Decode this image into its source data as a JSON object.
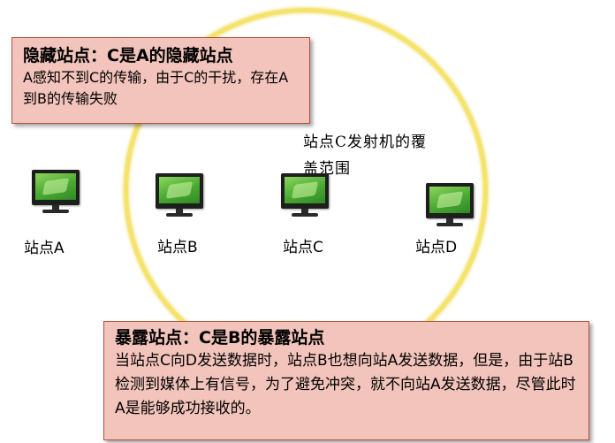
{
  "hidden_callout": {
    "title": "隐藏站点：C是A的隐藏站点",
    "body": "A感知不到C的传输，由于C的干扰，存在A到B的传输失败"
  },
  "exposed_callout": {
    "title": "暴露站点：C是B的暴露站点",
    "body": "当站点C向D发送数据时，站点B也想向站A发送数据，但是，由于站B检测到媒体上有信号，为了避免冲突，就不向站A发送数据，尽管此时A是能够成功接收的。"
  },
  "coverage_label": "站点C发射机的覆盖范围",
  "stations": [
    {
      "label": "站点A",
      "icon": "monitor-icon"
    },
    {
      "label": "站点B",
      "icon": "monitor-icon"
    },
    {
      "label": "站点C",
      "icon": "monitor-icon"
    },
    {
      "label": "站点D",
      "icon": "monitor-icon"
    }
  ],
  "colors": {
    "callout_fill": "#f2c4bb",
    "callout_border": "#b0503c",
    "coverage_circle": "#f5e36b",
    "screen": "#4aa832"
  }
}
